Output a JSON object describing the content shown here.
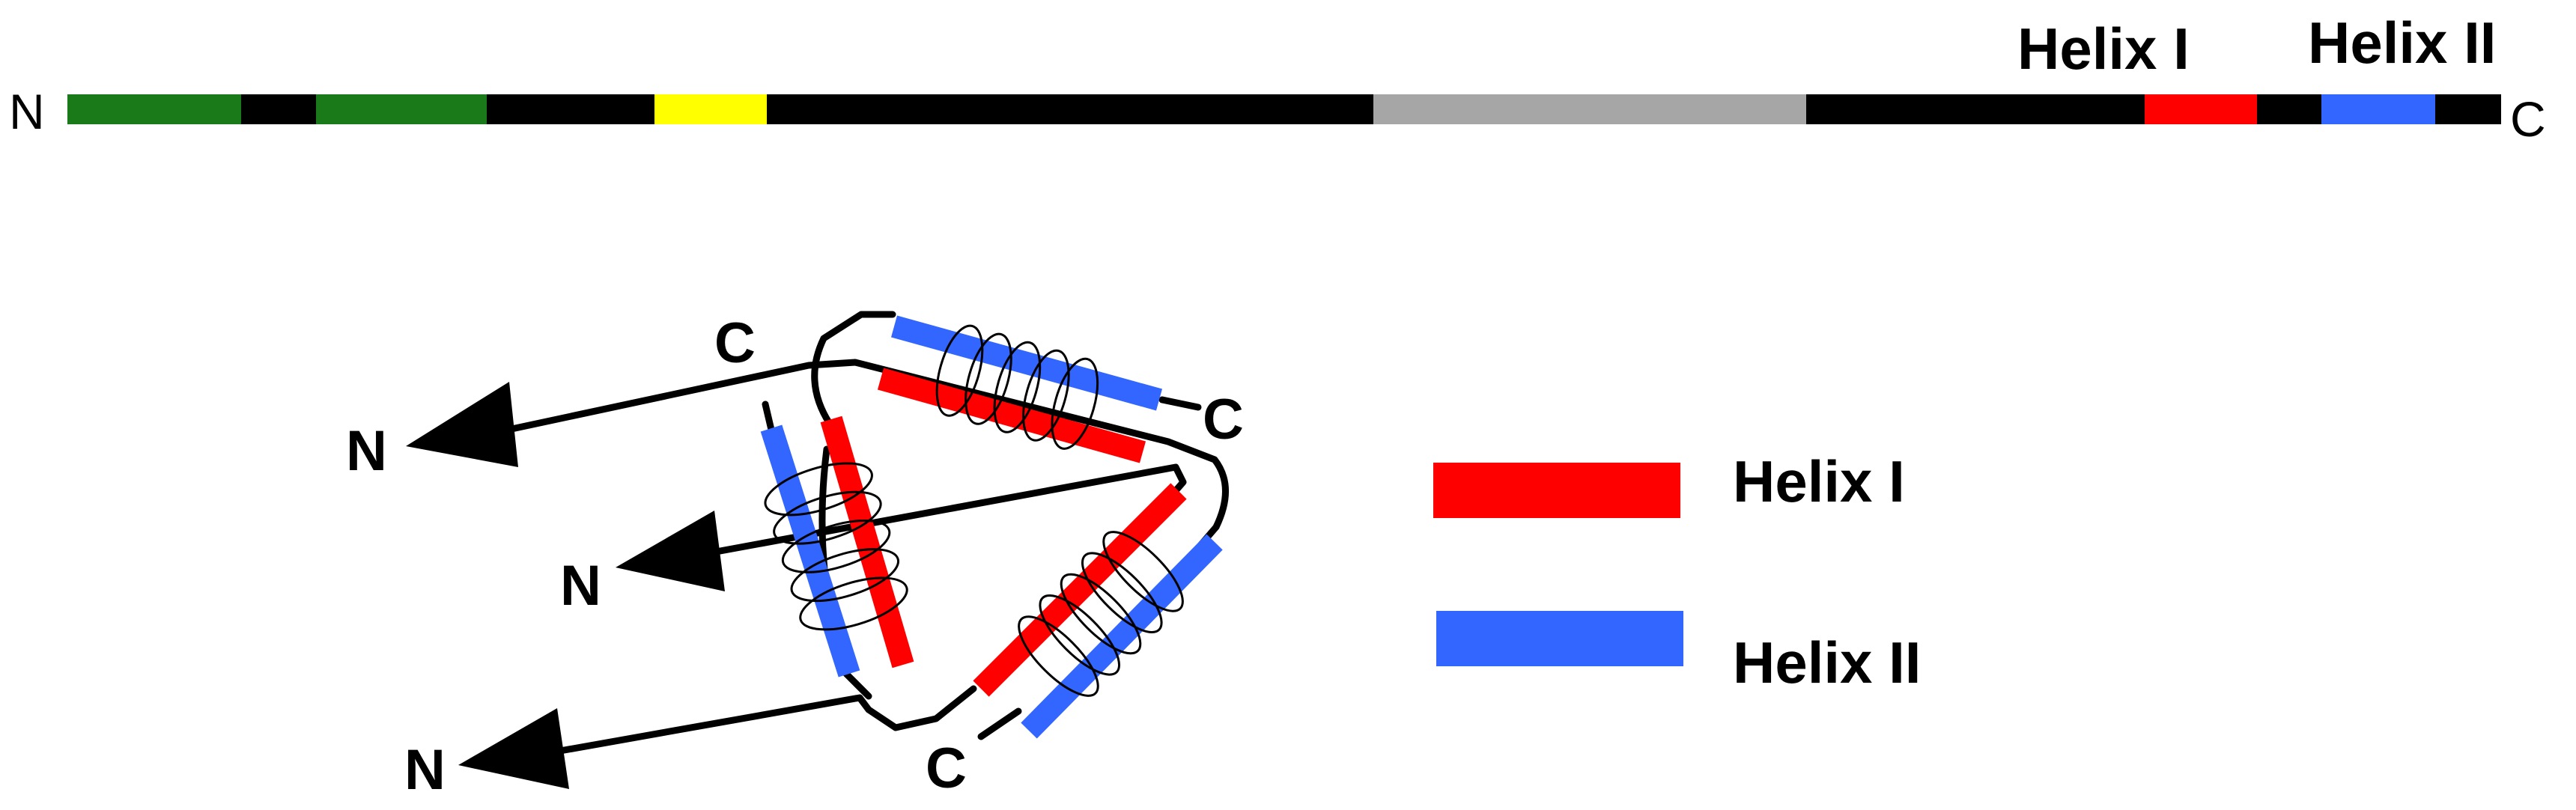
{
  "sequence_bar": {
    "n_label": "N",
    "c_label": "C",
    "segments": [
      {
        "name": "green-domain-1",
        "color": "#1a7a1a"
      },
      {
        "name": "green-domain-2",
        "color": "#1a7a1a"
      },
      {
        "name": "yellow-domain",
        "color": "#ffff00"
      },
      {
        "name": "gray-domain",
        "color": "#a6a6a6"
      },
      {
        "name": "helix-1-segment",
        "color": "#ff0000"
      },
      {
        "name": "helix-2-segment",
        "color": "#3366ff"
      }
    ],
    "helix1_label": "Helix I",
    "helix2_label": "Helix II"
  },
  "trimer": {
    "n_labels": [
      "N",
      "N",
      "N"
    ],
    "c_labels": [
      "C",
      "C",
      "C"
    ]
  },
  "legend": {
    "items": [
      {
        "label": "Helix I",
        "color": "#ff0000"
      },
      {
        "label": "Helix II",
        "color": "#3366ff"
      }
    ]
  }
}
